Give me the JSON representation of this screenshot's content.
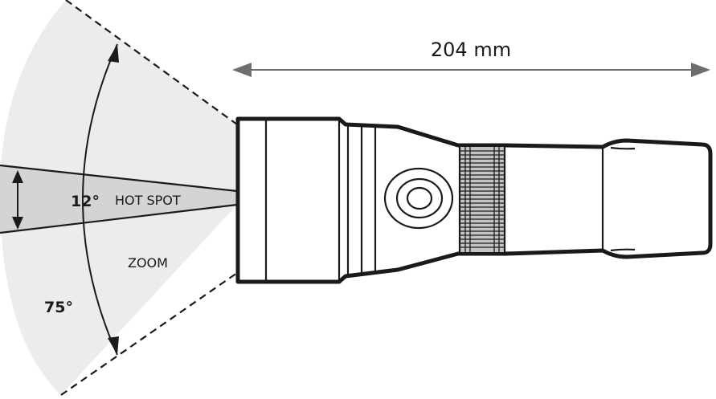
{
  "labels": {
    "length": "204 mm",
    "hotspot_angle": "12°",
    "hotspot": "HOT SPOT",
    "zoom": "ZOOM",
    "zoom_angle": "75°"
  },
  "colors": {
    "outline": "#1a1a1a",
    "dimension_line": "#6e6e6e",
    "beam_zoom_fill": "#ececec",
    "beam_hotspot_fill": "#d4d4d4",
    "body_fill": "#f2f2f2",
    "grip_fill": "#c4c4c4"
  }
}
